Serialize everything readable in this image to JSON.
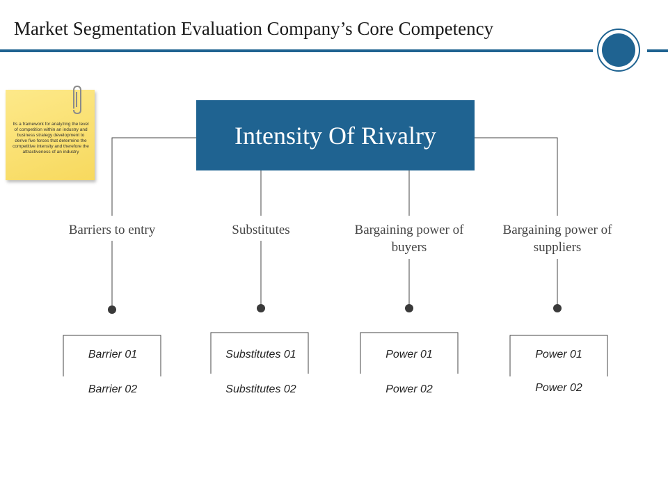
{
  "header": {
    "title": "Market Segmentation Evaluation Company’s Core Competency"
  },
  "note": {
    "text": "Its a framework for analyzing the level of competition within an industry and business strategy development to derive five forces that determine the competitive intensity and therefore the attractiveness of an industry"
  },
  "diagram": {
    "center": "Intensity Of Rivalry",
    "categories": [
      {
        "label": "Barriers to entry",
        "items": [
          "Barrier 01",
          "Barrier 02"
        ]
      },
      {
        "label": "Substitutes",
        "items": [
          "Substitutes 01",
          "Substitutes 02"
        ]
      },
      {
        "label": "Bargaining  power of buyers",
        "items": [
          "Power 01",
          "Power 02"
        ]
      },
      {
        "label": "Bargaining power of suppliers",
        "items": [
          "Power 01",
          "Power 02"
        ]
      }
    ]
  },
  "colors": {
    "accent": "#1f6391",
    "note": "#f7d95e",
    "connector": "#444444"
  }
}
